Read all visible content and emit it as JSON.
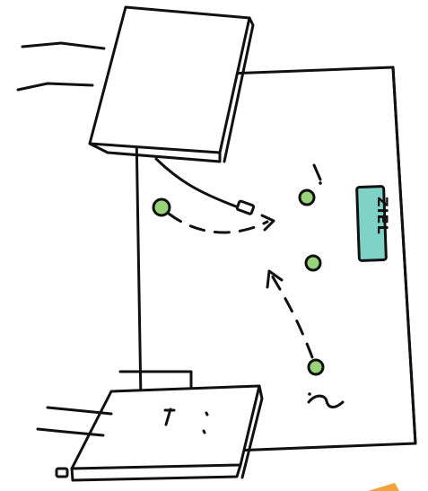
{
  "scene": {
    "goal_label": "ZIEL",
    "colors": {
      "dot_fill": "#98d27a",
      "goal_fill": "#7ed3c6",
      "accent": "#f3a33a",
      "ink": "#111111"
    },
    "icons": [
      "hand-drawn-board",
      "book",
      "pen-marker",
      "arrow",
      "question-mark"
    ]
  }
}
